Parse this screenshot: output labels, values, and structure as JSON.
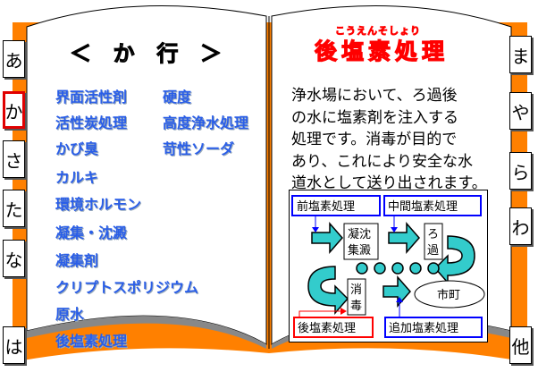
{
  "left_tabs": [
    "あ",
    "か",
    "さ",
    "た",
    "な",
    "は"
  ],
  "active_tab": "か",
  "right_tabs": [
    "ま",
    "や",
    "ら",
    "わ",
    "他"
  ],
  "left_page": {
    "heading": [
      "＜",
      "か",
      "行",
      "＞"
    ],
    "keywords": [
      "界面活性剤",
      "活性炭処理",
      "かび臭",
      "カルキ",
      "環境ホルモン",
      "凝集・沈澱",
      "凝集剤",
      "クリプトスポリジウム",
      "原水",
      "後塩素処理"
    ],
    "keywords_col2": [
      "硬度",
      "高度浄水処理",
      "苛性ソーダ"
    ]
  },
  "right_page": {
    "furigana": "こうえんそしょり",
    "title": "後塩素処理",
    "description_lines": [
      "浄水場において、ろ過後",
      "の水に塩素剤を注入する",
      "処理です。消毒が目的で",
      "あり、これにより安全な水",
      "道水として送り出されます。"
    ],
    "diagram": {
      "pre": "前塩素処理",
      "mid": "中間塩素処理",
      "post": "後塩素処理",
      "add": "追加塩素処理",
      "coag1": "凝沈",
      "coag2": "集澱",
      "filt1": "ろ",
      "filt2": "過",
      "dis1": "消",
      "dis2": "毒",
      "city": "市町"
    }
  },
  "colors": {
    "cover": "#ff8000",
    "keyword": "#2a5ee8",
    "title": "#ff0000",
    "arrow": "#33cccc"
  }
}
